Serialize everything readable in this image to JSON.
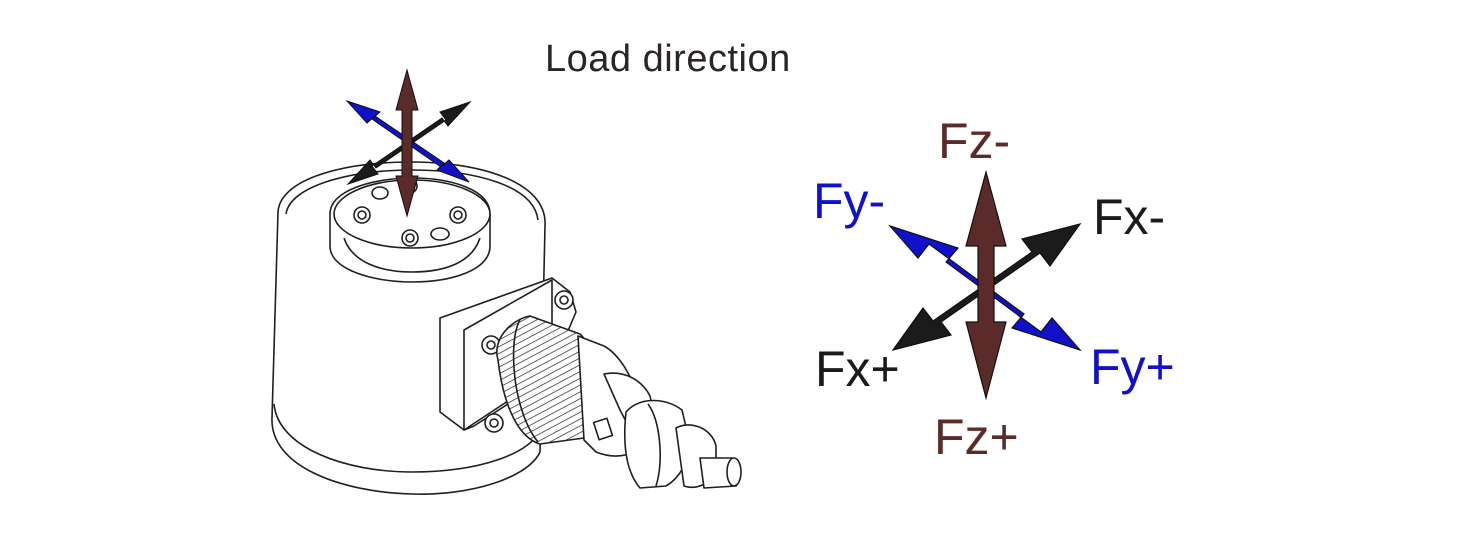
{
  "title": "Load direction",
  "colors": {
    "z": "#5a2b28",
    "y": "#1111cc",
    "x": "#1b1b1b",
    "outline": "#1f1f1f"
  },
  "axes": {
    "fz_minus": "Fz-",
    "fz_plus": "Fz+",
    "fy_minus": "Fy-",
    "fy_plus": "Fy+",
    "fx_minus": "Fx-",
    "fx_plus": "Fx+"
  }
}
